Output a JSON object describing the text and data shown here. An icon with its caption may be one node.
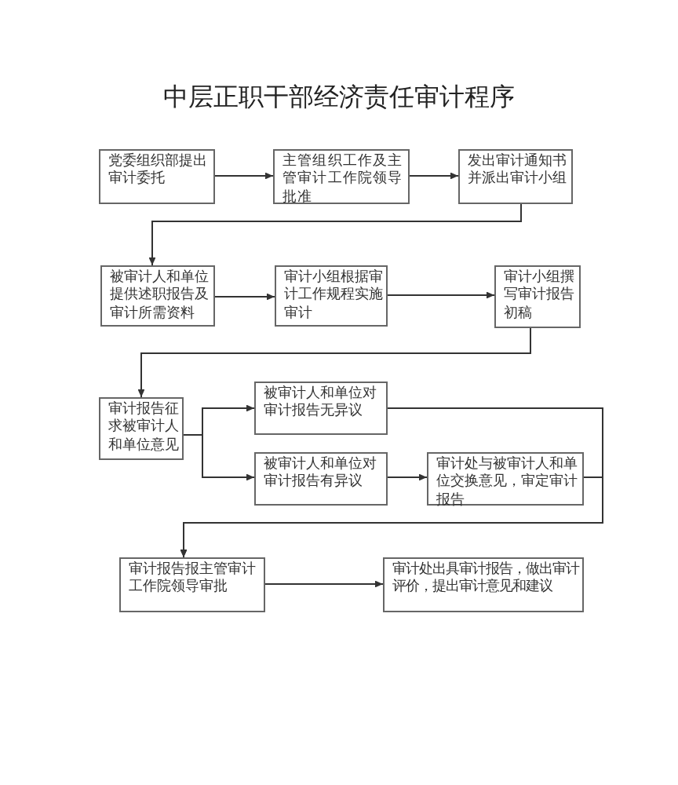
{
  "diagram": {
    "title": "中层正职干部经济责任审计程序",
    "nodes": [
      {
        "text": [
          "党委组织部提出审计委托"
        ]
      },
      {
        "text": [
          "主管组织工作及主管审计工作院领导批准"
        ]
      },
      {
        "text": [
          "发出审计通知书并派出审计小组"
        ]
      },
      {
        "text": [
          "被审计人和单位提供述职报告及审计所需资料"
        ]
      },
      {
        "text": [
          "审计小组根据审计工作规程实施审计"
        ]
      },
      {
        "text": [
          "审计小组撰写审计报告初稿"
        ]
      },
      {
        "text": [
          "审计报告征求被审计人和单位意见"
        ]
      },
      {
        "text": [
          "被审计人和单位对审计报告无异议"
        ]
      },
      {
        "text": [
          "被审计人和单位对审计报告有异议"
        ]
      },
      {
        "text": [
          "审计处与被审计人和单位交换意见，审定审计报告"
        ]
      },
      {
        "text": [
          "审计报告报主管审计工作院领导审批"
        ]
      },
      {
        "text": [
          "审计处出具审计报告，做出审计评价，提出审计意见和建议"
        ]
      }
    ],
    "edges": [
      {
        "from": 0,
        "to": 1,
        "arrow": "to"
      },
      {
        "from": 1,
        "to": 2,
        "arrow": "to"
      },
      {
        "from": 2,
        "to": 3,
        "arrow": "to"
      },
      {
        "from": 3,
        "to": 4,
        "arrow": "to"
      },
      {
        "from": 4,
        "to": 5,
        "arrow": "to"
      },
      {
        "from": 5,
        "to": 6,
        "arrow": "to"
      },
      {
        "from": 6,
        "to": 7,
        "arrow": "to"
      },
      {
        "from": 6,
        "to": 8,
        "arrow": "to"
      },
      {
        "from": 8,
        "to": 9,
        "arrow": "to"
      },
      {
        "from": 7,
        "to": 10,
        "arrow": "to"
      },
      {
        "from": 9,
        "to": 10,
        "arrow": "to"
      },
      {
        "from": 10,
        "to": 11,
        "arrow": "to"
      }
    ]
  }
}
